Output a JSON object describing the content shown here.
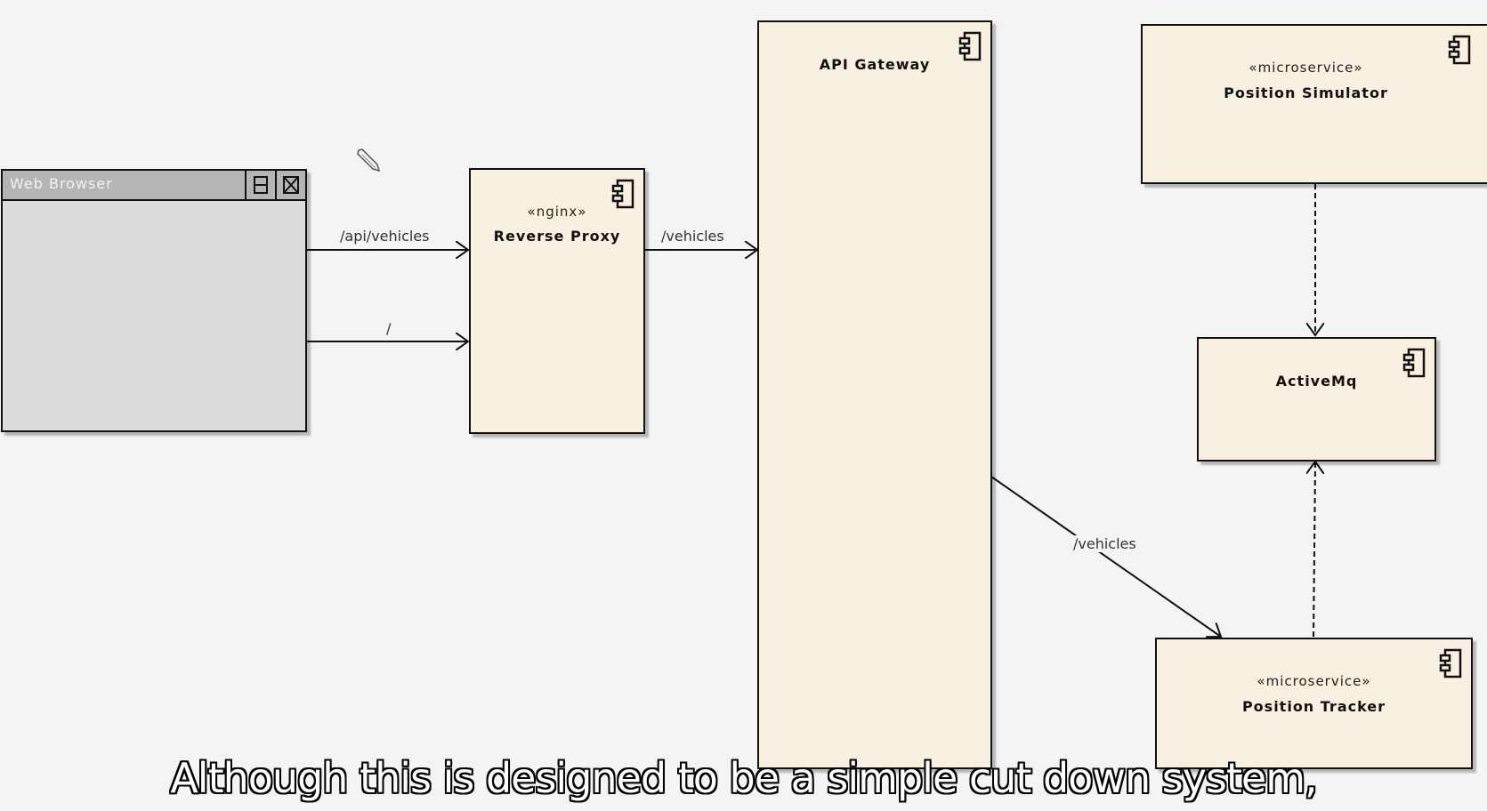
{
  "browser": {
    "title": "Web Browser",
    "icons": [
      "maximize-icon",
      "close-icon"
    ]
  },
  "components": {
    "reverse_proxy": {
      "stereotype": "«nginx»",
      "name": "Reverse Proxy"
    },
    "api_gateway": {
      "stereotype": "",
      "name": "API Gateway"
    },
    "position_simulator": {
      "stereotype": "«microservice»",
      "name": "Position Simulator"
    },
    "activemq": {
      "stereotype": "",
      "name": "ActiveMq"
    },
    "position_tracker": {
      "stereotype": "«microservice»",
      "name": "Position Tracker"
    }
  },
  "edges": {
    "browser_to_proxy_api": "/api/vehicles",
    "browser_to_proxy_root": "/",
    "proxy_to_gateway": "/vehicles",
    "gateway_to_tracker": "/vehicles"
  },
  "caption": "Although this is designed to be a simple cut down system,",
  "colors": {
    "background": "#f4f4f4",
    "component_fill": "#f8f1e2",
    "browser_fill": "#dcdcdc",
    "browser_titlebar": "#b5b5b5",
    "stroke": "#111111"
  }
}
